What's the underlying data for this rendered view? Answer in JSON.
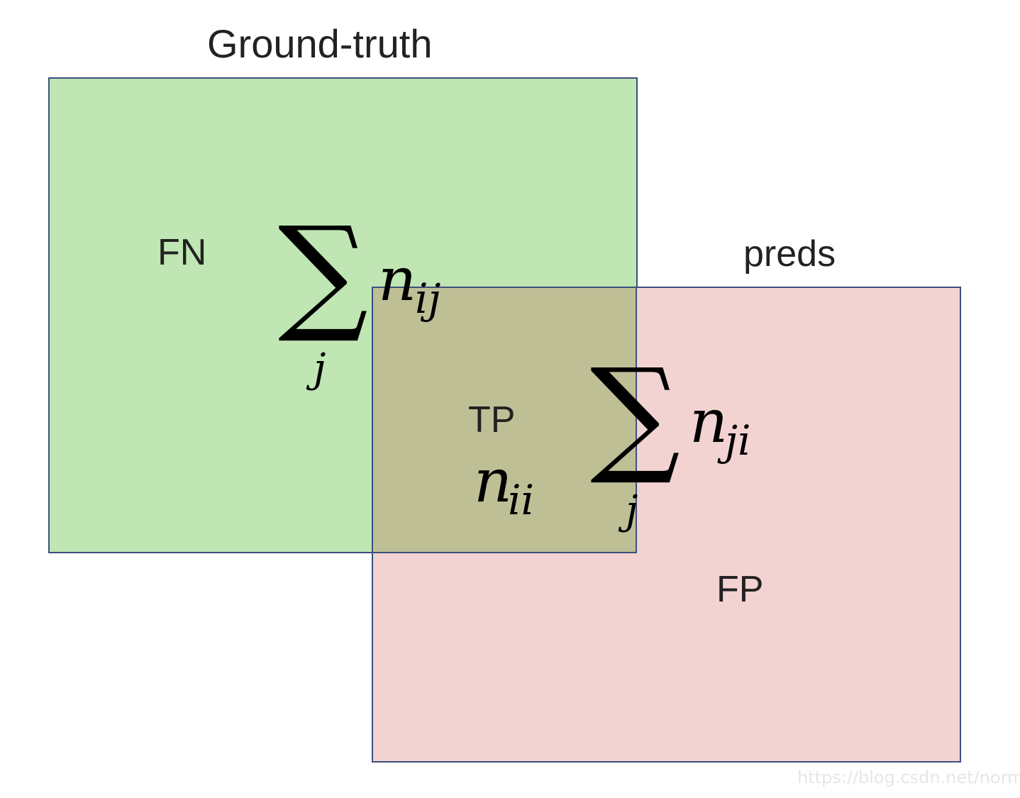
{
  "titles": {
    "ground_truth": "Ground-truth",
    "preds": "preds"
  },
  "regions": {
    "fn": "FN",
    "tp": "TP",
    "fp": "FP"
  },
  "formulas": {
    "row_sum": {
      "sigma": "∑",
      "index": "j",
      "base": "n",
      "subscript": "ij"
    },
    "col_sum": {
      "sigma": "∑",
      "index": "j",
      "base": "n",
      "subscript": "ji"
    },
    "diag": {
      "base": "n",
      "subscript": "ii"
    }
  },
  "watermark": "https://blog.csdn.net/normol",
  "colors": {
    "ground_truth_fill": "#bfe6b3",
    "preds_fill": "#f2d3d1",
    "overlap_fill": "#bfbf96",
    "border": "#3c4f7f"
  }
}
